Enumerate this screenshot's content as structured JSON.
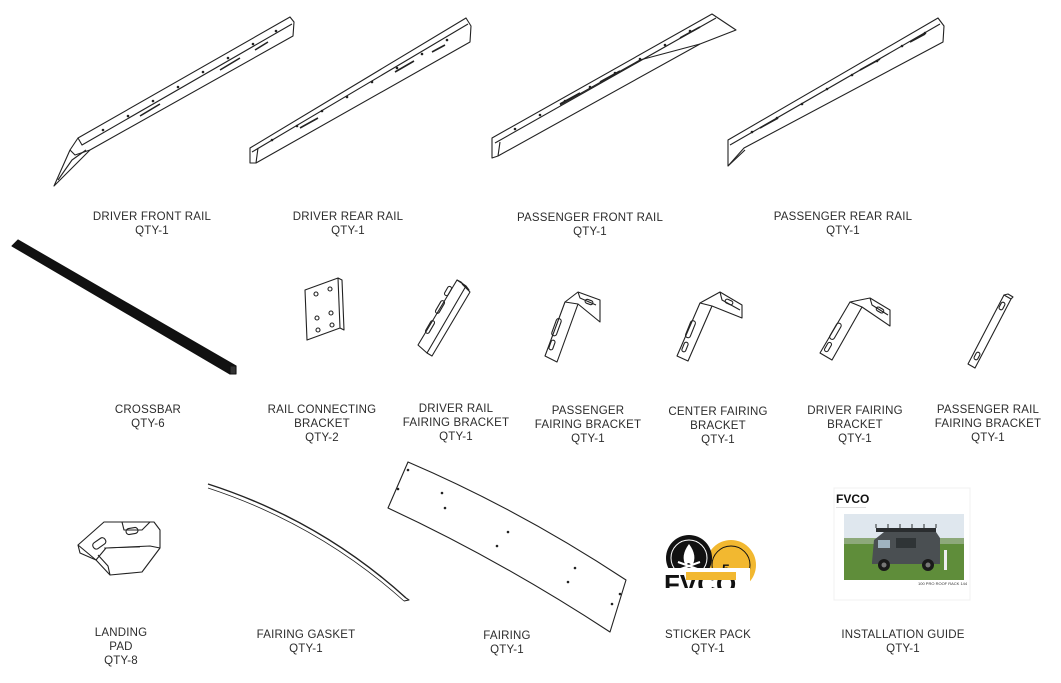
{
  "parts": [
    {
      "id": "driver-front-rail",
      "lines": [
        "DRIVER FRONT RAIL",
        "QTY-1"
      ]
    },
    {
      "id": "driver-rear-rail",
      "lines": [
        "DRIVER REAR RAIL",
        "QTY-1"
      ]
    },
    {
      "id": "passenger-front-rail",
      "lines": [
        "PASSENGER FRONT RAIL",
        "QTY-1"
      ]
    },
    {
      "id": "passenger-rear-rail",
      "lines": [
        "PASSENGER REAR RAIL",
        "QTY-1"
      ]
    },
    {
      "id": "crossbar",
      "lines": [
        "CROSSBAR",
        "QTY-6"
      ]
    },
    {
      "id": "rail-connecting-bracket",
      "lines": [
        "RAIL CONNECTING",
        "BRACKET",
        "QTY-2"
      ]
    },
    {
      "id": "driver-rail-fairing-bracket",
      "lines": [
        "DRIVER RAIL",
        "FAIRING BRACKET",
        "QTY-1"
      ]
    },
    {
      "id": "passenger-fairing-bracket",
      "lines": [
        "PASSENGER",
        "FAIRING BRACKET",
        "QTY-1"
      ]
    },
    {
      "id": "center-fairing-bracket",
      "lines": [
        "CENTER FAIRING",
        "BRACKET",
        "QTY-1"
      ]
    },
    {
      "id": "driver-fairing-bracket",
      "lines": [
        "DRIVER FAIRING",
        "BRACKET",
        "QTY-1"
      ]
    },
    {
      "id": "passenger-rail-fairing-bracket",
      "lines": [
        "PASSENGER RAIL",
        "FAIRING BRACKET",
        "QTY-1"
      ]
    },
    {
      "id": "landing-pad",
      "lines": [
        "LANDING",
        "PAD",
        "QTY-8"
      ]
    },
    {
      "id": "fairing-gasket",
      "lines": [
        "FAIRING GASKET",
        "QTY-1"
      ]
    },
    {
      "id": "fairing",
      "lines": [
        "FAIRING",
        "QTY-1"
      ]
    },
    {
      "id": "sticker-pack",
      "lines": [
        "STICKER PACK",
        "QTY-1"
      ]
    },
    {
      "id": "installation-guide",
      "lines": [
        "INSTALLATION GUIDE",
        "QTY-1"
      ]
    }
  ],
  "guide": {
    "logo": "FVCO",
    "caption": "100 PRO ROOF RACK 144"
  },
  "colors": {
    "line": "#222222",
    "label": "#2c2c2c",
    "crossbar": "#111111",
    "sticker_yellow": "#f2b830",
    "photo_sky": "#dfe7ee",
    "photo_grass": "#5f8d3a",
    "van": "#4a4f52"
  },
  "icons": [
    "rail-drawing",
    "crossbar-drawing",
    "bracket-drawing",
    "landing-pad-drawing",
    "gasket-drawing",
    "fairing-drawing",
    "sticker-pack-image",
    "guide-photo"
  ]
}
